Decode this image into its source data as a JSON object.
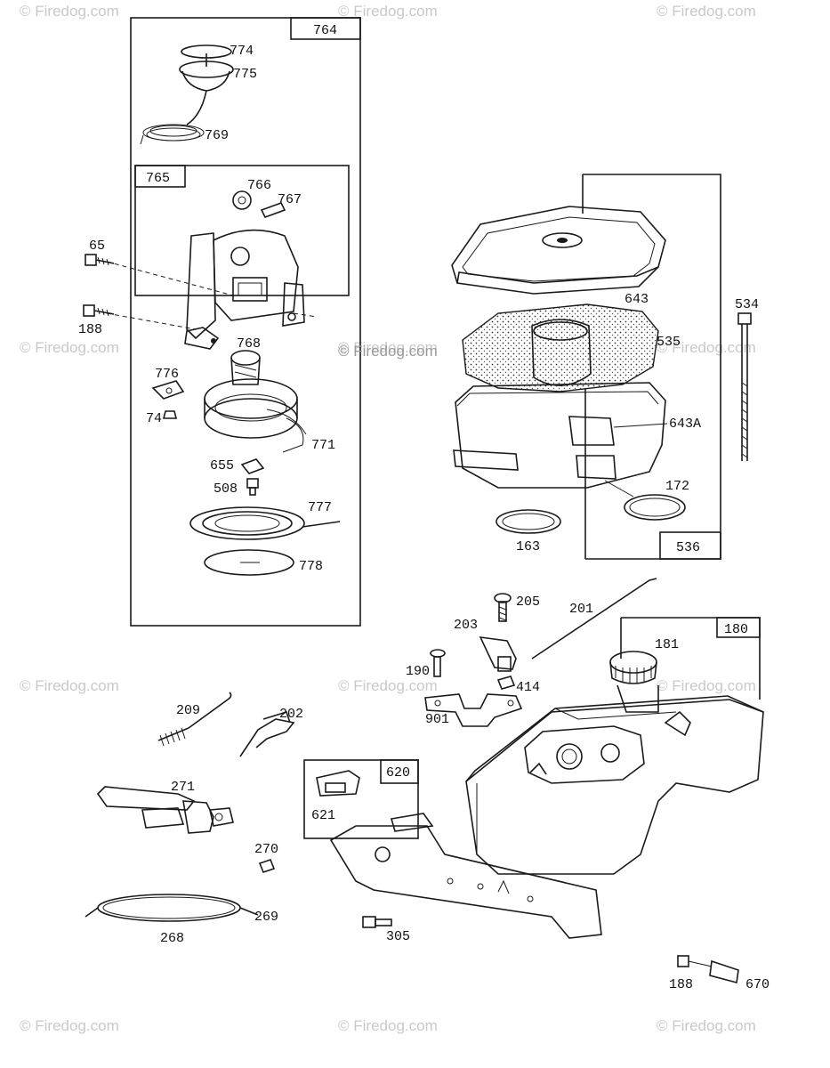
{
  "watermark": {
    "text": "Firedog.com",
    "symbol": "©"
  },
  "boxes": {
    "b764": "764",
    "b765": "765",
    "b536": "536",
    "b180": "180",
    "b620": "620"
  },
  "labels": {
    "l774": "774",
    "l775": "775",
    "l769": "769",
    "l766": "766",
    "l767": "767",
    "l65": "65",
    "l188a": "188",
    "l768": "768",
    "l776": "776",
    "l74": "74",
    "l771": "771",
    "l655": "655",
    "l508": "508",
    "l777": "777",
    "l778": "778",
    "l643": "643",
    "l535": "535",
    "l534": "534",
    "l643a": "643A",
    "l172": "172",
    "l163": "163",
    "l205": "205",
    "l201": "201",
    "l203": "203",
    "l181": "181",
    "l190": "190",
    "l414": "414",
    "l901": "901",
    "l209": "209",
    "l202": "202",
    "l271": "271",
    "l621": "621",
    "l270": "270",
    "l269": "269",
    "l268": "268",
    "l305": "305",
    "l188b": "188",
    "l670": "670"
  }
}
